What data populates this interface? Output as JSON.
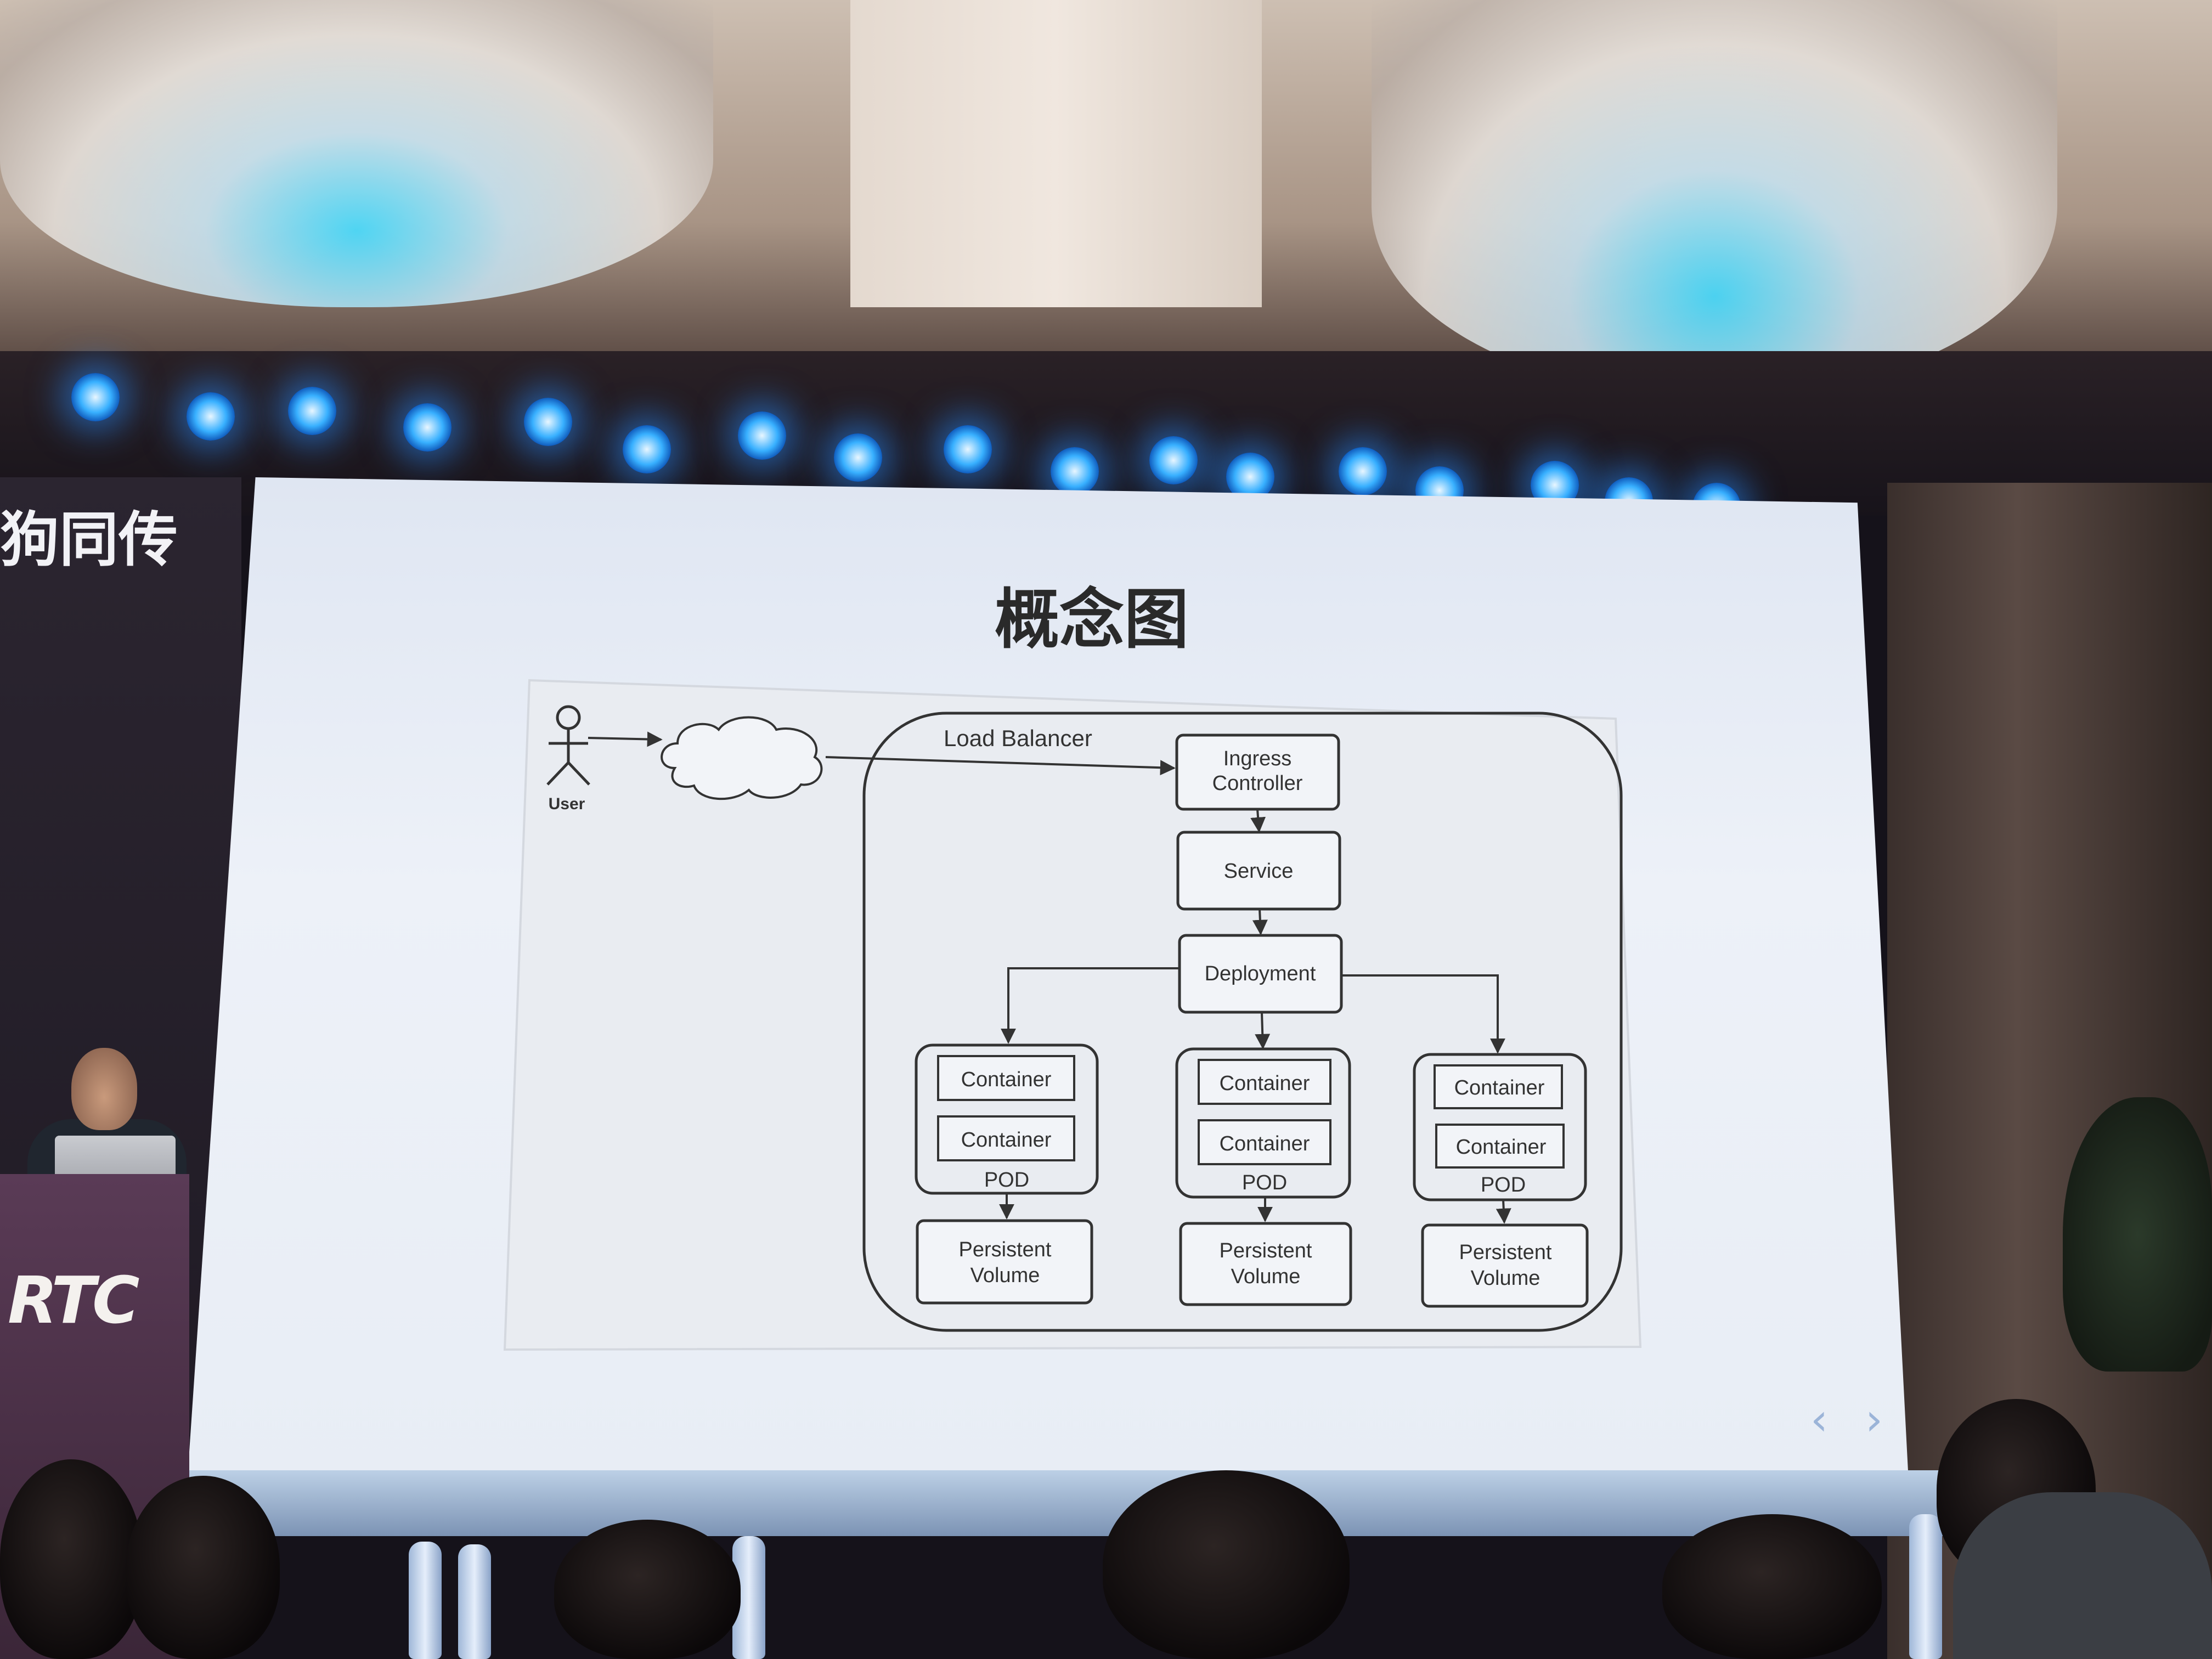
{
  "left_screen": {
    "title": "狗同传"
  },
  "slide": {
    "title": "概念图",
    "diagram": {
      "user_label": "User",
      "load_balancer_label": "Load Balancer",
      "ingress_line1": "Ingress",
      "ingress_line2": "Controller",
      "service_label": "Service",
      "deployment_label": "Deployment",
      "pods": [
        {
          "container_1": "Container",
          "container_2": "Container",
          "pod_label": "POD",
          "volume_line1": "Persistent",
          "volume_line2": "Volume"
        },
        {
          "container_1": "Container",
          "container_2": "Container",
          "pod_label": "POD",
          "volume_line1": "Persistent",
          "volume_line2": "Volume"
        },
        {
          "container_1": "Container",
          "container_2": "Container",
          "pod_label": "POD",
          "volume_line1": "Persistent",
          "volume_line2": "Volume"
        }
      ]
    },
    "nav": {
      "prev_icon": "chevron-left-icon",
      "next_icon": "chevron-right-icon"
    }
  },
  "podium": {
    "logo": "RTC"
  },
  "colors": {
    "spotlight": "#38b0ff",
    "screen": "#e8edf5",
    "ink": "#3a3a3a"
  }
}
